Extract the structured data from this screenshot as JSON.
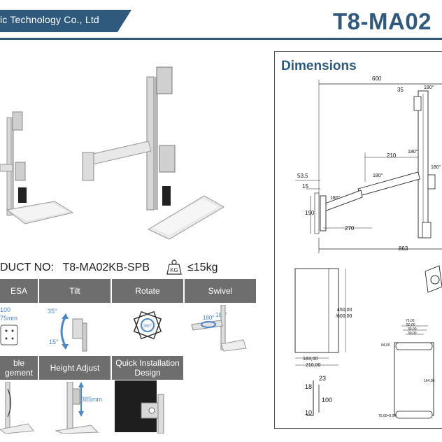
{
  "header": {
    "company": "ic Technology Co., Ltd",
    "model": "T8-MA02"
  },
  "product": {
    "label": "DUCT NO:",
    "code": "T8-MA02KB-SPB",
    "weight_icon_text": "KG",
    "weight": "≤15kg"
  },
  "features": {
    "row1": [
      {
        "label": "ESA"
      },
      {
        "label": "Tilt"
      },
      {
        "label": "Rotate"
      },
      {
        "label": "Swivel"
      }
    ],
    "row2": [
      {
        "label": "ble\ngement"
      },
      {
        "label": "Height Adjust"
      },
      {
        "label": "Quick Installation\nDesign"
      }
    ],
    "vesa_a": "100",
    "vesa_b": "75mm",
    "tilt_up": "35°",
    "tilt_down": "15°",
    "rotate_deg": "360°",
    "swivel_a": "180°",
    "swivel_b": "180°",
    "height_travel": "385mm"
  },
  "dimensions": {
    "title": "Dimensions",
    "w600": "600",
    "d35": "35",
    "a180_top": "180°",
    "d210": "210",
    "a180_mid": "180°",
    "a180_arm": "180°",
    "a180_right": "180°",
    "d53_5": "53,5",
    "d15": "15",
    "d190": "190",
    "d270": "270",
    "a180_low": "180°",
    "d863": "863",
    "h450": "450,00",
    "h600": "/600,00",
    "w183": "183,00",
    "w210": "210,00",
    "p1": "75,00",
    "p2": "50,00",
    "p3": "30,00",
    "p4": "30,00",
    "p5": "84,00",
    "p6": "164,00",
    "p7": "75,00+8,00",
    "c23": "23",
    "c18": "18",
    "c100": "100",
    "c10": "10"
  }
}
